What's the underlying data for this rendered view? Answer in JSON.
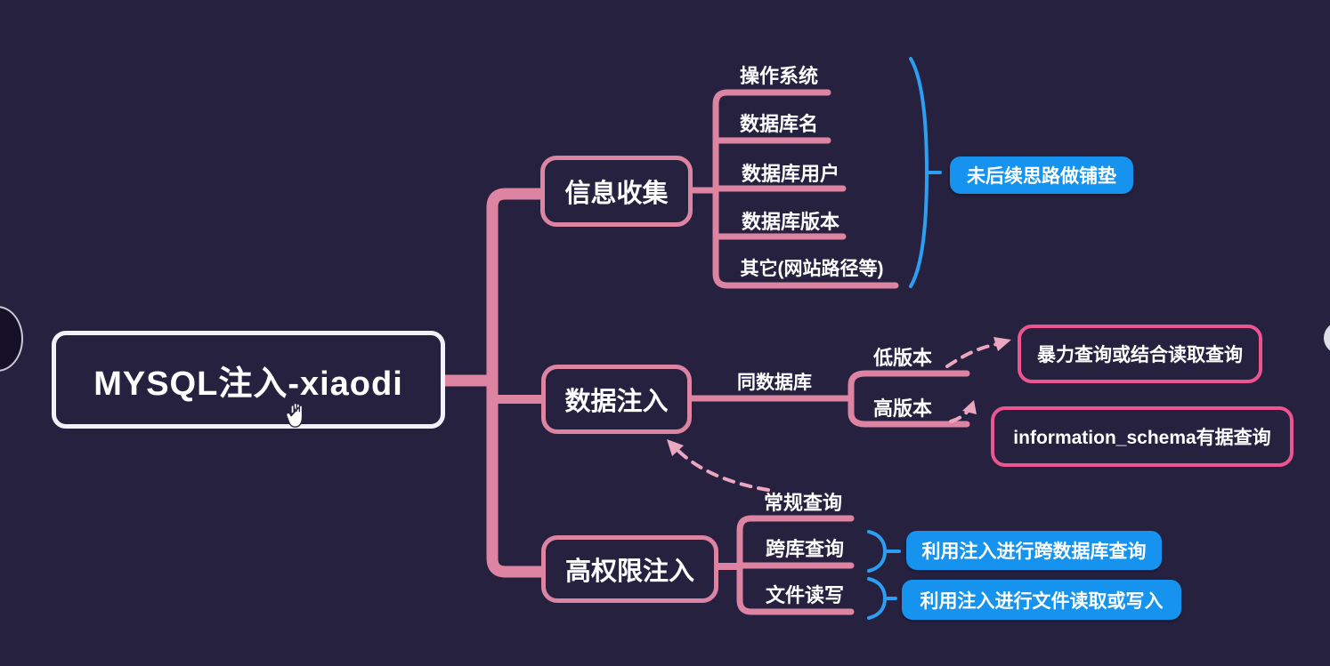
{
  "root": {
    "label": "MYSQL注入-xiaodi"
  },
  "branches": {
    "info": {
      "label": "信息收集",
      "children": [
        "操作系统",
        "数据库名",
        "数据库用户",
        "数据库版本",
        "其它(网站路径等)"
      ],
      "note": "未后续思路做铺垫"
    },
    "data": {
      "label": "数据注入",
      "edge_label": "同数据库",
      "versions": [
        "低版本",
        "高版本"
      ],
      "low_result": "暴力查询或结合读取查询",
      "high_result": "information_schema有据查询"
    },
    "priv": {
      "label": "高权限注入",
      "children": [
        "常规查询",
        "跨库查询",
        "文件读写"
      ],
      "notes": [
        "利用注入进行跨数据库查询",
        "利用注入进行文件读取或写入"
      ]
    }
  },
  "colors": {
    "background": "#272140",
    "tree_pink": "#dd84a2",
    "detail_box_pink": "#ee5590",
    "dashed_arrow_pink": "#eba7c0",
    "blue": "#1593ef",
    "text": "#ffffff"
  },
  "icons": {
    "hand_cursor": "open-hand-pan-cursor",
    "left_player_circle": "partial-dark-circle-overlay",
    "right_player_blob": "partial-white-circle-overlay"
  }
}
